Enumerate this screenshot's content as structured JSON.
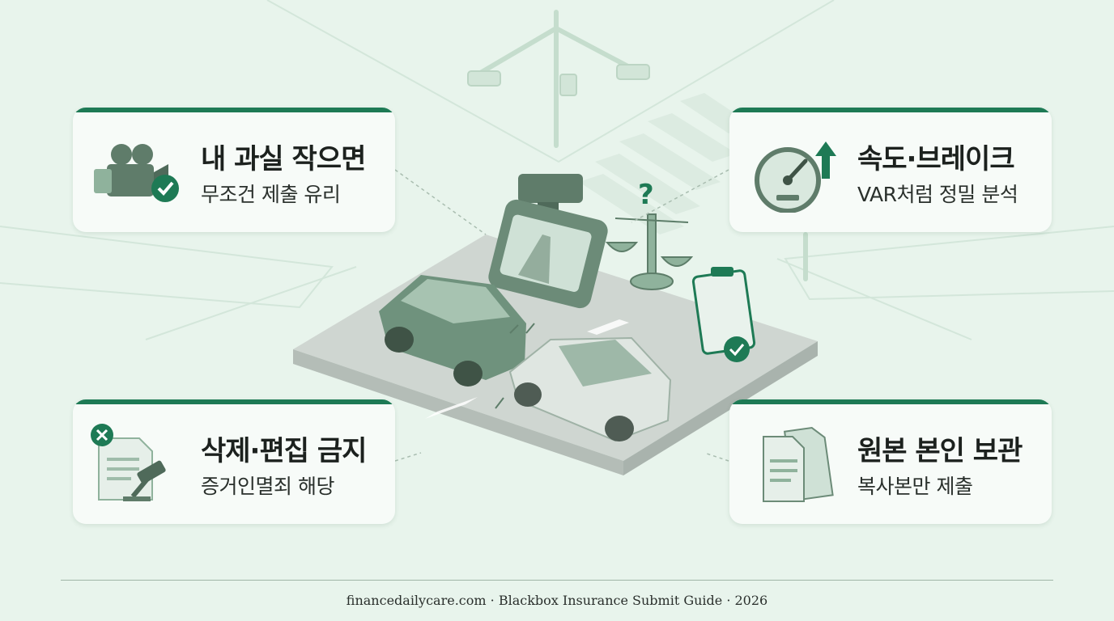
{
  "cards": [
    {
      "title": "내 과실 작으면",
      "subtitle": "무조건 제출 유리",
      "icon": "camera-check-icon"
    },
    {
      "title": "속도·브레이크",
      "subtitle": "VAR처럼 정밀 분석",
      "icon": "speedometer-icon"
    },
    {
      "title": "삭제·편집 금지",
      "subtitle": "증거인멸죄 해당",
      "icon": "document-gavel-icon"
    },
    {
      "title": "원본 본인 보관",
      "subtitle": "복사본만 제출",
      "icon": "copy-documents-icon"
    }
  ],
  "footer": "financedailycare.com · Blackbox Insurance Submit Guide · 2026",
  "colors": {
    "accent": "#1e7a55",
    "background": "#e8f4ec",
    "card": "#f7fbf8",
    "illustration": "#7fa78e"
  }
}
